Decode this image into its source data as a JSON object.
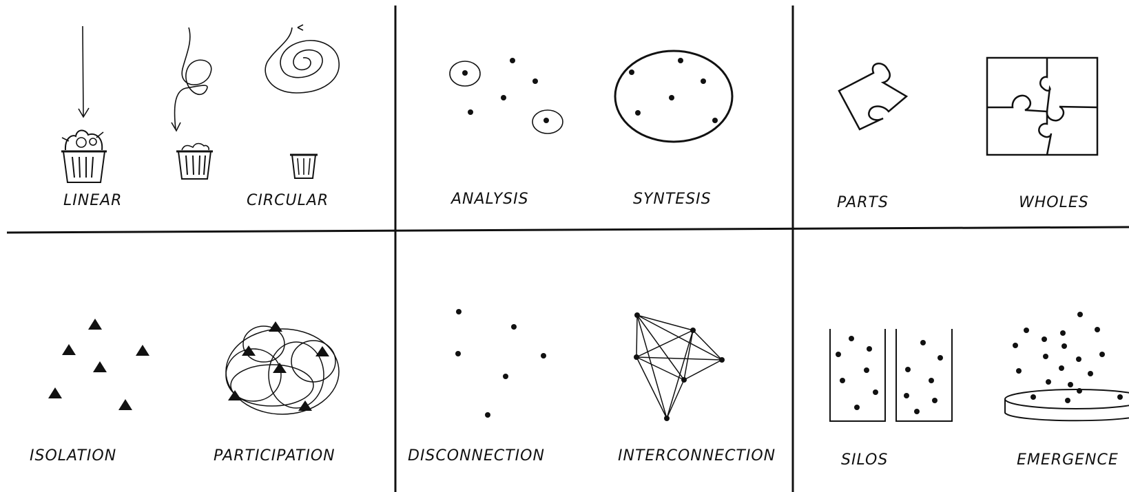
{
  "panels": [
    {
      "id": "linear-circular",
      "labels": [
        "LINEAR",
        "CIRCULAR"
      ]
    },
    {
      "id": "analysis-syntesis",
      "labels": [
        "ANALYSIS",
        "SYNTESIS"
      ]
    },
    {
      "id": "parts-wholes",
      "labels": [
        "PARTS",
        "WHOLES"
      ]
    },
    {
      "id": "isolation-participation",
      "labels": [
        "ISOLATION",
        "PARTICIPATION"
      ]
    },
    {
      "id": "disconnection-interconnection",
      "labels": [
        "DISCONNECTION",
        "INTERCONNECTION"
      ]
    },
    {
      "id": "silos-emergence",
      "labels": [
        "SILOS",
        "EMERGENCE"
      ]
    }
  ],
  "colors": {
    "ink": "#111111",
    "background": "#ffffff"
  }
}
